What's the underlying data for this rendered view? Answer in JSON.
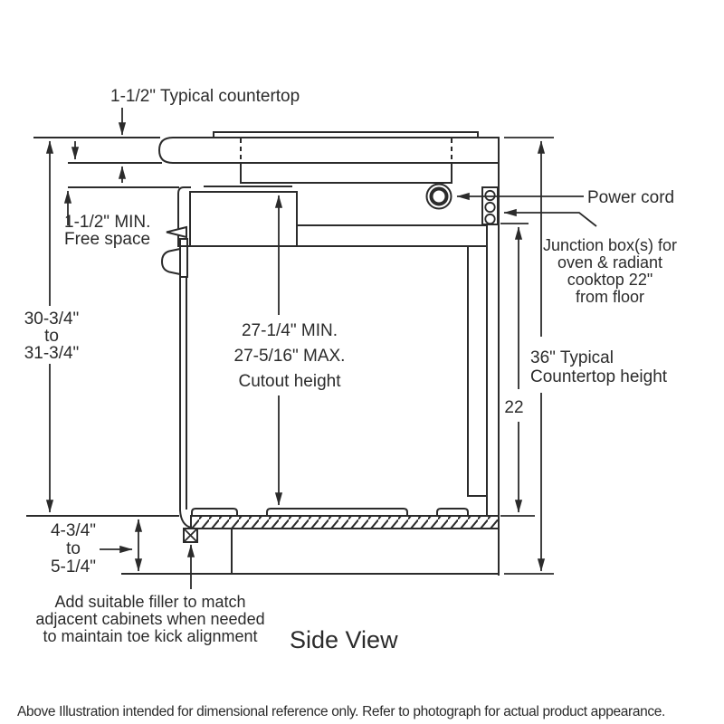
{
  "diagram": {
    "view_title": "Side View",
    "footer": "Above Illustration intended for dimensional reference only. Refer to photograph for actual product appearance.",
    "colors": {
      "ink": "#2b2b2b",
      "background": "#ffffff"
    },
    "labels": {
      "countertop": "1-1/2\" Typical countertop",
      "free_space": [
        "1-1/2\" MIN.",
        "Free space"
      ],
      "oven_height": [
        "30-3/4\"",
        "to",
        "31-3/4\""
      ],
      "cutout": [
        "27-1/4\" MIN.",
        "27-5/16\" MAX.",
        "Cutout height"
      ],
      "countertop_height": [
        "36\" Typical",
        "Countertop height"
      ],
      "junction_height": "22",
      "power_cord": "Power cord",
      "junction_box": [
        "Junction box(s) for",
        "oven & radiant",
        "cooktop 22\"",
        "from floor"
      ],
      "toe_kick": [
        "4-3/4\"",
        "to",
        "5-1/4\""
      ],
      "filler": [
        "Add suitable filler to match",
        "adjacent cabinets when needed",
        "to maintain toe kick alignment"
      ]
    }
  }
}
